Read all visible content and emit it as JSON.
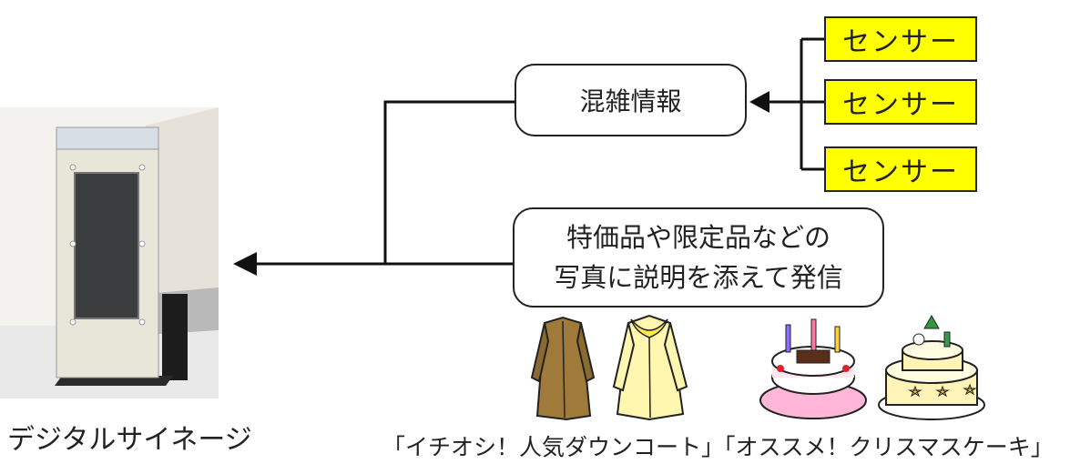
{
  "diagram": {
    "sensors": [
      {
        "label": "センサー"
      },
      {
        "label": "センサー"
      },
      {
        "label": "センサー"
      }
    ],
    "congestion_box": {
      "label": "混雑情報"
    },
    "promo_box": {
      "line1": "特価品や限定品などの",
      "line2": "写真に説明を添えて発信"
    },
    "signage_label": "デジタルサイネージ",
    "caption": "「イチオシ！人気ダウンコート」「オススメ！クリスマスケーキ」"
  }
}
